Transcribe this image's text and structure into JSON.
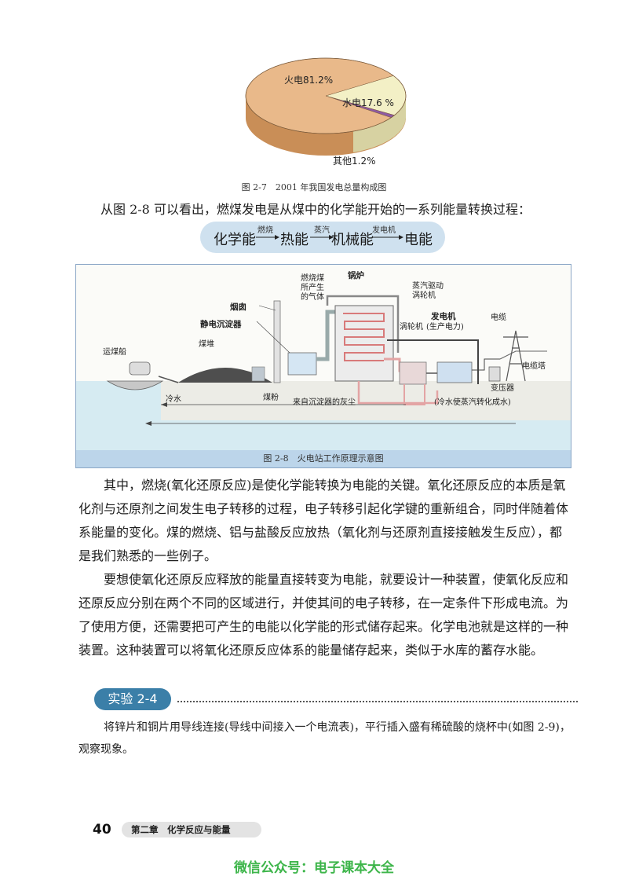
{
  "pie_chart": {
    "caption": "图 2-7　2001 年我国发电总量构成图",
    "slices": [
      {
        "label": "火电81.2%",
        "value": 81.2,
        "color": "#e9b98a"
      },
      {
        "label": "水电17.6 %",
        "value": 17.6,
        "color": "#f3f0c6"
      },
      {
        "label": "其他1.2%",
        "value": 1.2,
        "color": "#8e5aa2"
      }
    ]
  },
  "intro_text": "从图 2-8 可以看出，燃煤发电是从煤中的化学能开始的一系列能量转换过程：",
  "flow": {
    "terms": [
      "化学能",
      "热能",
      "机械能",
      "电能"
    ],
    "arrow_labels": [
      "燃烧",
      "蒸汽",
      "发电机"
    ]
  },
  "diagram": {
    "caption": "图 2-8　火电站工作原理示意图",
    "labels": {
      "chimney": "烟囱",
      "precipitator": "静电沉淀器",
      "coal_pile": "煤堆",
      "coal_ship": "运煤船",
      "gas": "燃烧煤\n所产生\n的气体",
      "boiler": "锅炉",
      "steam_turbine": "蒸汽驱动\n涡轮机",
      "turbine": "涡轮机",
      "generator": "发电机",
      "generator_note": "(生产电力)",
      "cable": "电缆",
      "tower": "电缆塔",
      "transformer": "变压器",
      "cold_water": "冷水",
      "coal_powder": "煤粉",
      "ash": "来自沉淀器的灰尘",
      "condense_note": "(冷水使蒸汽转化成水)"
    }
  },
  "paragraph1": "其中，燃烧(氧化还原反应)是使化学能转换为电能的关键。氧化还原反应的本质是氧化剂与还原剂之间发生电子转移的过程，电子转移引起化学键的重新组合，同时伴随着体系能量的变化。煤的燃烧、铝与盐酸反应放热（氧化剂与还原剂直接接触发生反应），都是我们熟悉的一些例子。",
  "paragraph2": "要想使氧化还原反应释放的能量直接转变为电能，就要设计一种装置，使氧化反应和还原反应分别在两个不同的区域进行，并使其间的电子转移，在一定条件下形成电流。为了使用方便，还需要把可产生的电能以化学能的形式储存起来。化学电池就是这样的一种装置。这种装置可以将氧化还原反应体系的能量储存起来，类似于水库的蓄存水能。",
  "experiment": {
    "title": "实验 2-4",
    "text": "将锌片和铜片用导线连接(导线中间接入一个电流表)，平行插入盛有稀硫酸的烧杯中(如图 2-9)，观察现象。"
  },
  "footer": {
    "page_number": "40",
    "chapter": "第二章　化学反应与能量"
  },
  "watermark": "微信公众号：电子课本大全"
}
